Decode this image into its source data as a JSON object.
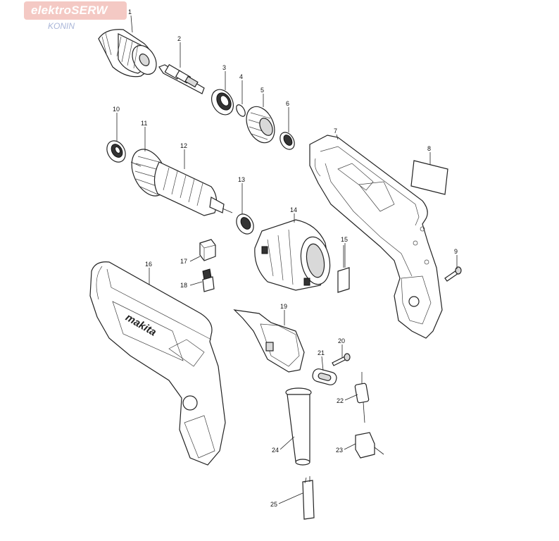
{
  "watermark": {
    "brand": "elektroSERW",
    "city": "KONIN"
  },
  "housing_logo": "makita",
  "parts": [
    {
      "id": "1",
      "label": "1"
    },
    {
      "id": "2",
      "label": "2"
    },
    {
      "id": "3",
      "label": "3"
    },
    {
      "id": "4",
      "label": "4"
    },
    {
      "id": "5",
      "label": "5"
    },
    {
      "id": "6",
      "label": "6"
    },
    {
      "id": "7",
      "label": "7"
    },
    {
      "id": "8",
      "label": "8"
    },
    {
      "id": "9",
      "label": "9"
    },
    {
      "id": "10",
      "label": "10"
    },
    {
      "id": "11",
      "label": "11"
    },
    {
      "id": "12",
      "label": "12"
    },
    {
      "id": "13",
      "label": "13"
    },
    {
      "id": "14",
      "label": "14"
    },
    {
      "id": "15",
      "label": "15"
    },
    {
      "id": "16",
      "label": "16"
    },
    {
      "id": "17",
      "label": "17"
    },
    {
      "id": "18",
      "label": "18"
    },
    {
      "id": "19",
      "label": "19"
    },
    {
      "id": "20",
      "label": "20"
    },
    {
      "id": "21",
      "label": "21"
    },
    {
      "id": "22",
      "label": "22"
    },
    {
      "id": "23",
      "label": "23"
    },
    {
      "id": "24",
      "label": "24"
    },
    {
      "id": "25",
      "label": "25"
    }
  ]
}
